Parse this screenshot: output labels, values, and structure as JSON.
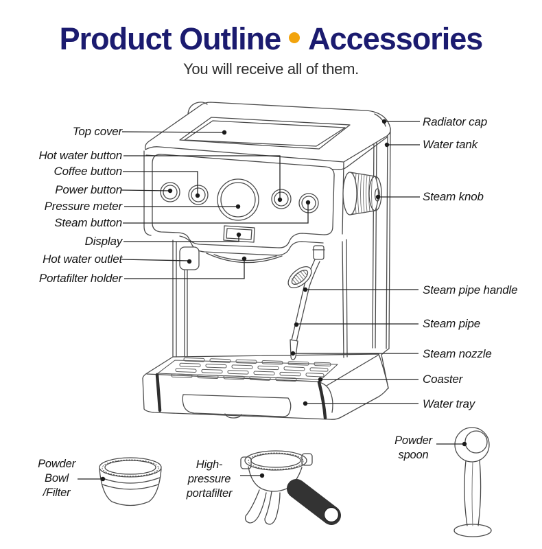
{
  "header": {
    "title_left": "Product Outline",
    "title_right": "Accessories",
    "subtitle": "You will receive all of them.",
    "title_color": "#1b1b6f",
    "bullet_color": "#f2a40d",
    "separator_icon": "orange-dot"
  },
  "machine_labels": {
    "left": [
      {
        "id": "top-cover",
        "label": "Top cover"
      },
      {
        "id": "hot-water-button",
        "label": "Hot water button"
      },
      {
        "id": "coffee-button",
        "label": "Coffee button"
      },
      {
        "id": "power-button",
        "label": "Power button"
      },
      {
        "id": "pressure-meter",
        "label": "Pressure meter"
      },
      {
        "id": "steam-button",
        "label": "Steam button"
      },
      {
        "id": "display",
        "label": "Display"
      },
      {
        "id": "hot-water-outlet",
        "label": "Hot water outlet"
      },
      {
        "id": "portafilter-holder",
        "label": "Portafilter holder"
      }
    ],
    "right": [
      {
        "id": "radiator-cap",
        "label": "Radiator cap"
      },
      {
        "id": "water-tank",
        "label": "Water tank"
      },
      {
        "id": "steam-knob",
        "label": "Steam knob"
      },
      {
        "id": "steam-pipe-handle",
        "label": "Steam pipe handle"
      },
      {
        "id": "steam-pipe",
        "label": "Steam pipe"
      },
      {
        "id": "steam-nozzle",
        "label": "Steam nozzle"
      },
      {
        "id": "coaster",
        "label": "Coaster"
      },
      {
        "id": "water-tray",
        "label": "Water tray"
      }
    ]
  },
  "accessories": [
    {
      "id": "powder-bowl-filter",
      "label": "Powder\nBowl\n/Filter"
    },
    {
      "id": "high-pressure-portafilter",
      "label": "High-\npressure\nportafilter"
    },
    {
      "id": "powder-spoon",
      "label": "Powder\nspoon"
    }
  ]
}
